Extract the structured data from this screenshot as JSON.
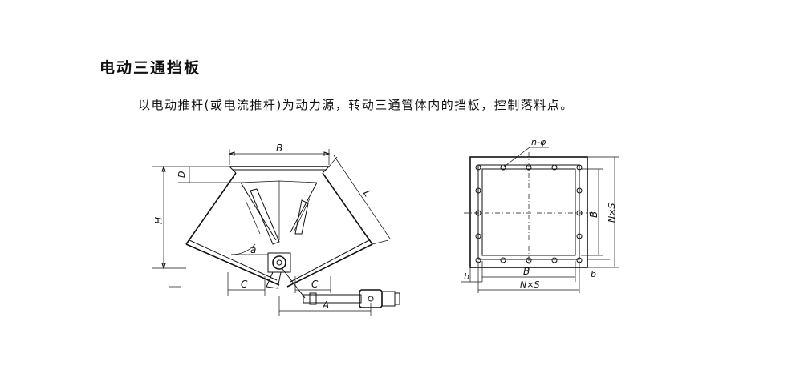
{
  "title": "电动三通挡板",
  "description": "以电动推杆(或电流推杆)为动力源，转动三通管体内的挡板，控制落料点。",
  "diagram": {
    "side_view_labels": {
      "B": "B",
      "D": "D",
      "H": "H",
      "L": "L",
      "a": "a",
      "C_left": "C",
      "C_right": "C",
      "A": "A"
    },
    "flange_view_labels": {
      "hole_callout": "n-φ",
      "B_vertical": "B",
      "NxS_vertical": "N×S",
      "b_left": "b",
      "b_right": "b",
      "B_horizontal": "B",
      "NxS_horizontal": "N×S"
    }
  }
}
